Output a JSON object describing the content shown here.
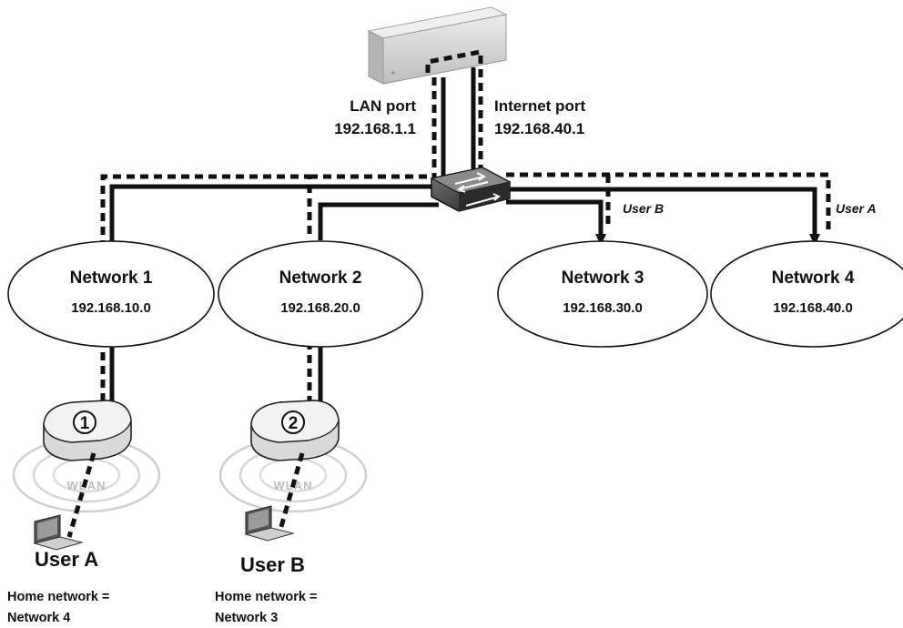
{
  "router": {
    "lan_port_label": "LAN port",
    "lan_port_ip": "192.168.1.1",
    "internet_port_label": "Internet port",
    "internet_port_ip": "192.168.40.1"
  },
  "networks": [
    {
      "name": "Network 1",
      "ip": "192.168.10.0"
    },
    {
      "name": "Network 2",
      "ip": "192.168.20.0"
    },
    {
      "name": "Network 3",
      "ip": "192.168.30.0"
    },
    {
      "name": "Network 4",
      "ip": "192.168.40.0"
    }
  ],
  "flows": {
    "network3_label": "User B",
    "network4_label": "User A"
  },
  "access_points": [
    {
      "number": "1",
      "wlan_label": "WLAN"
    },
    {
      "number": "2",
      "wlan_label": "WLAN"
    }
  ],
  "users": [
    {
      "name": "User A",
      "home_line1": "Home network =",
      "home_line2": "Network 4"
    },
    {
      "name": "User B",
      "home_line1": "Home network =",
      "home_line2": "Network 3"
    }
  ],
  "colors": {
    "line": "#111111",
    "device": "#d8d8d8",
    "wlan_rings": "#cfcfcf"
  }
}
